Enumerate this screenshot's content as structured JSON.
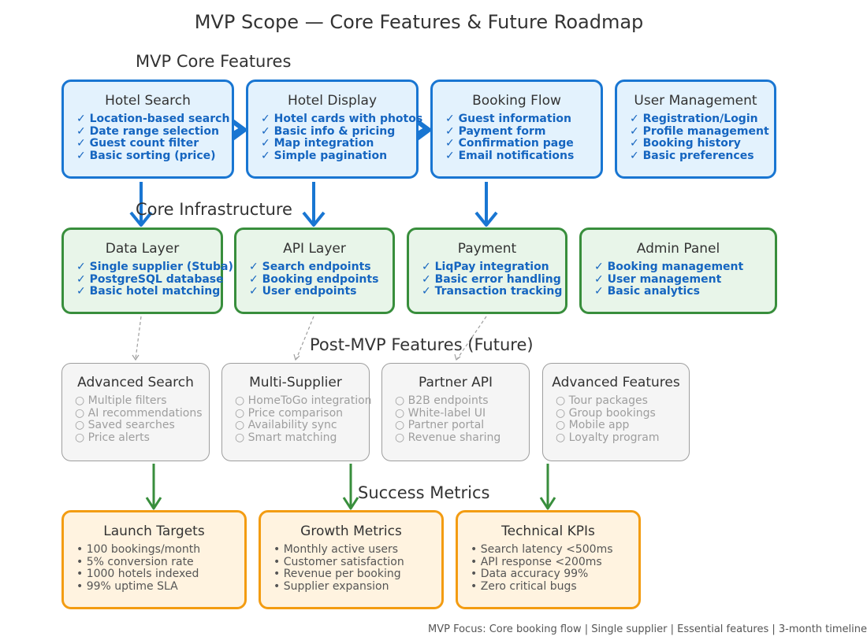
{
  "title": "MVP Scope — Core Features & Future Roadmap",
  "sections": {
    "mvp": "MVP Core Features",
    "infra": "Core Infrastructure",
    "future": "Post-MVP Features (Future)",
    "metrics": "Success Metrics"
  },
  "mvp_boxes": [
    {
      "title": "Hotel Search",
      "items": [
        "✓ Location-based search",
        "✓ Date range selection",
        "✓ Guest count filter",
        "✓ Basic sorting (price)"
      ]
    },
    {
      "title": "Hotel Display",
      "items": [
        "✓ Hotel cards with photos",
        "✓ Basic info & pricing",
        "✓ Map integration",
        "✓ Simple pagination"
      ]
    },
    {
      "title": "Booking Flow",
      "items": [
        "✓ Guest information",
        "✓ Payment form",
        "✓ Confirmation page",
        "✓ Email notifications"
      ]
    },
    {
      "title": "User Management",
      "items": [
        "✓ Registration/Login",
        "✓ Profile management",
        "✓ Booking history",
        "✓ Basic preferences"
      ]
    }
  ],
  "infra_boxes": [
    {
      "title": "Data Layer",
      "items": [
        "✓ Single supplier (Stuba)",
        "✓ PostgreSQL database",
        "✓ Basic hotel matching"
      ]
    },
    {
      "title": "API Layer",
      "items": [
        "✓ Search endpoints",
        "✓ Booking endpoints",
        "✓ User endpoints"
      ]
    },
    {
      "title": "Payment",
      "items": [
        "✓ LiqPay integration",
        "✓ Basic error handling",
        "✓ Transaction tracking"
      ]
    },
    {
      "title": "Admin Panel",
      "items": [
        "✓ Booking management",
        "✓ User management",
        "✓ Basic analytics"
      ]
    }
  ],
  "future_boxes": [
    {
      "title": "Advanced Search",
      "items": [
        "○ Multiple filters",
        "○ AI recommendations",
        "○ Saved searches",
        "○ Price alerts"
      ]
    },
    {
      "title": "Multi-Supplier",
      "items": [
        "○ HomeToGo integration",
        "○ Price comparison",
        "○ Availability sync",
        "○ Smart matching"
      ]
    },
    {
      "title": "Partner API",
      "items": [
        "○ B2B endpoints",
        "○ White-label UI",
        "○ Partner portal",
        "○ Revenue sharing"
      ]
    },
    {
      "title": "Advanced Features",
      "items": [
        "○ Tour packages",
        "○ Group bookings",
        "○ Mobile app",
        "○ Loyalty program"
      ]
    }
  ],
  "metric_boxes": [
    {
      "title": "Launch Targets",
      "items": [
        "• 100 bookings/month",
        "• 5% conversion rate",
        "• 1000 hotels indexed",
        "• 99% uptime SLA"
      ]
    },
    {
      "title": "Growth Metrics",
      "items": [
        "• Monthly active users",
        "• Customer satisfaction",
        "• Revenue per booking",
        "• Supplier expansion"
      ]
    },
    {
      "title": "Technical KPIs",
      "items": [
        "• Search latency <500ms",
        "• API response <200ms",
        "• Data accuracy 99%",
        "• Zero critical bugs"
      ]
    }
  ],
  "footer": "MVP Focus: Core booking flow | Single supplier | Essential features | 3-month timeline",
  "colors": {
    "mvp_border": "#1976d2",
    "mvp_fill": "#e3f2fd",
    "infra_border": "#388e3c",
    "infra_fill": "#e8f5e9",
    "future_border": "#9e9e9e",
    "future_fill": "#f5f5f5",
    "metric_border": "#f39c12",
    "metric_fill": "#fff3e0"
  }
}
